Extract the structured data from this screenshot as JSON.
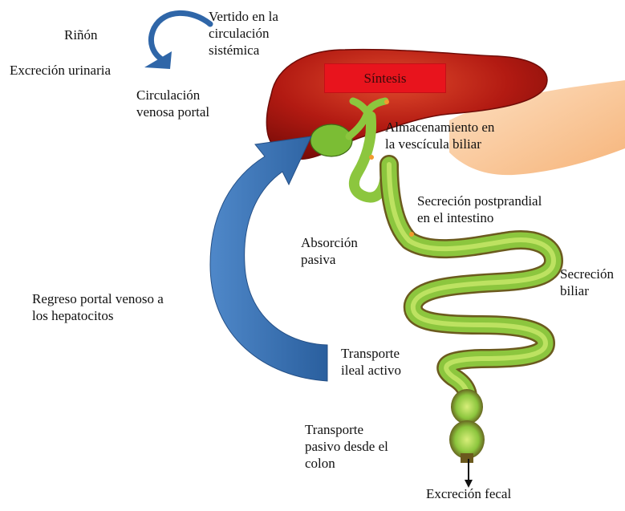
{
  "diagram": {
    "labels": {
      "rinon": [
        "Riñón"
      ],
      "excrecion_urinaria": [
        "Excreción urinaria"
      ],
      "vertido": [
        "Vertido en la",
        "circulación",
        "sistémica"
      ],
      "circulacion_venosa": [
        "Circulación",
        "venosa portal"
      ],
      "sintesis": "Síntesis",
      "almacenamiento": [
        "Almacenamiento en",
        "la vescícula biliar"
      ],
      "secrecion_postprandial": [
        "Secreción postprandial",
        "en el intestino"
      ],
      "absorcion": [
        "Absorción",
        "pasiva"
      ],
      "secrecion_biliar": [
        "Secreción",
        "biliar"
      ],
      "regreso_portal": [
        "Regreso portal venoso a",
        "los hepatocitos"
      ],
      "transporte_ileal": [
        "Transporte",
        "ileal activo"
      ],
      "transporte_pasivo": [
        "Transporte",
        "pasivo desde el",
        "colon"
      ],
      "excrecion_fecal": [
        "Excreción fecal"
      ]
    },
    "colors": {
      "liver": "#a4140f",
      "liver_highlight": "#d8321e",
      "synthesis_box": "#e8141d",
      "intestine": "#8cc63e",
      "intestine_light": "#c9e86a",
      "intestine_edge": "#6b5a1e",
      "arrow_blue": "#2f66a8",
      "stomach": "#f9c89a"
    },
    "icons": [
      "curved-arrow-icon",
      "portal-return-arrow-icon",
      "down-arrow-icon"
    ]
  }
}
